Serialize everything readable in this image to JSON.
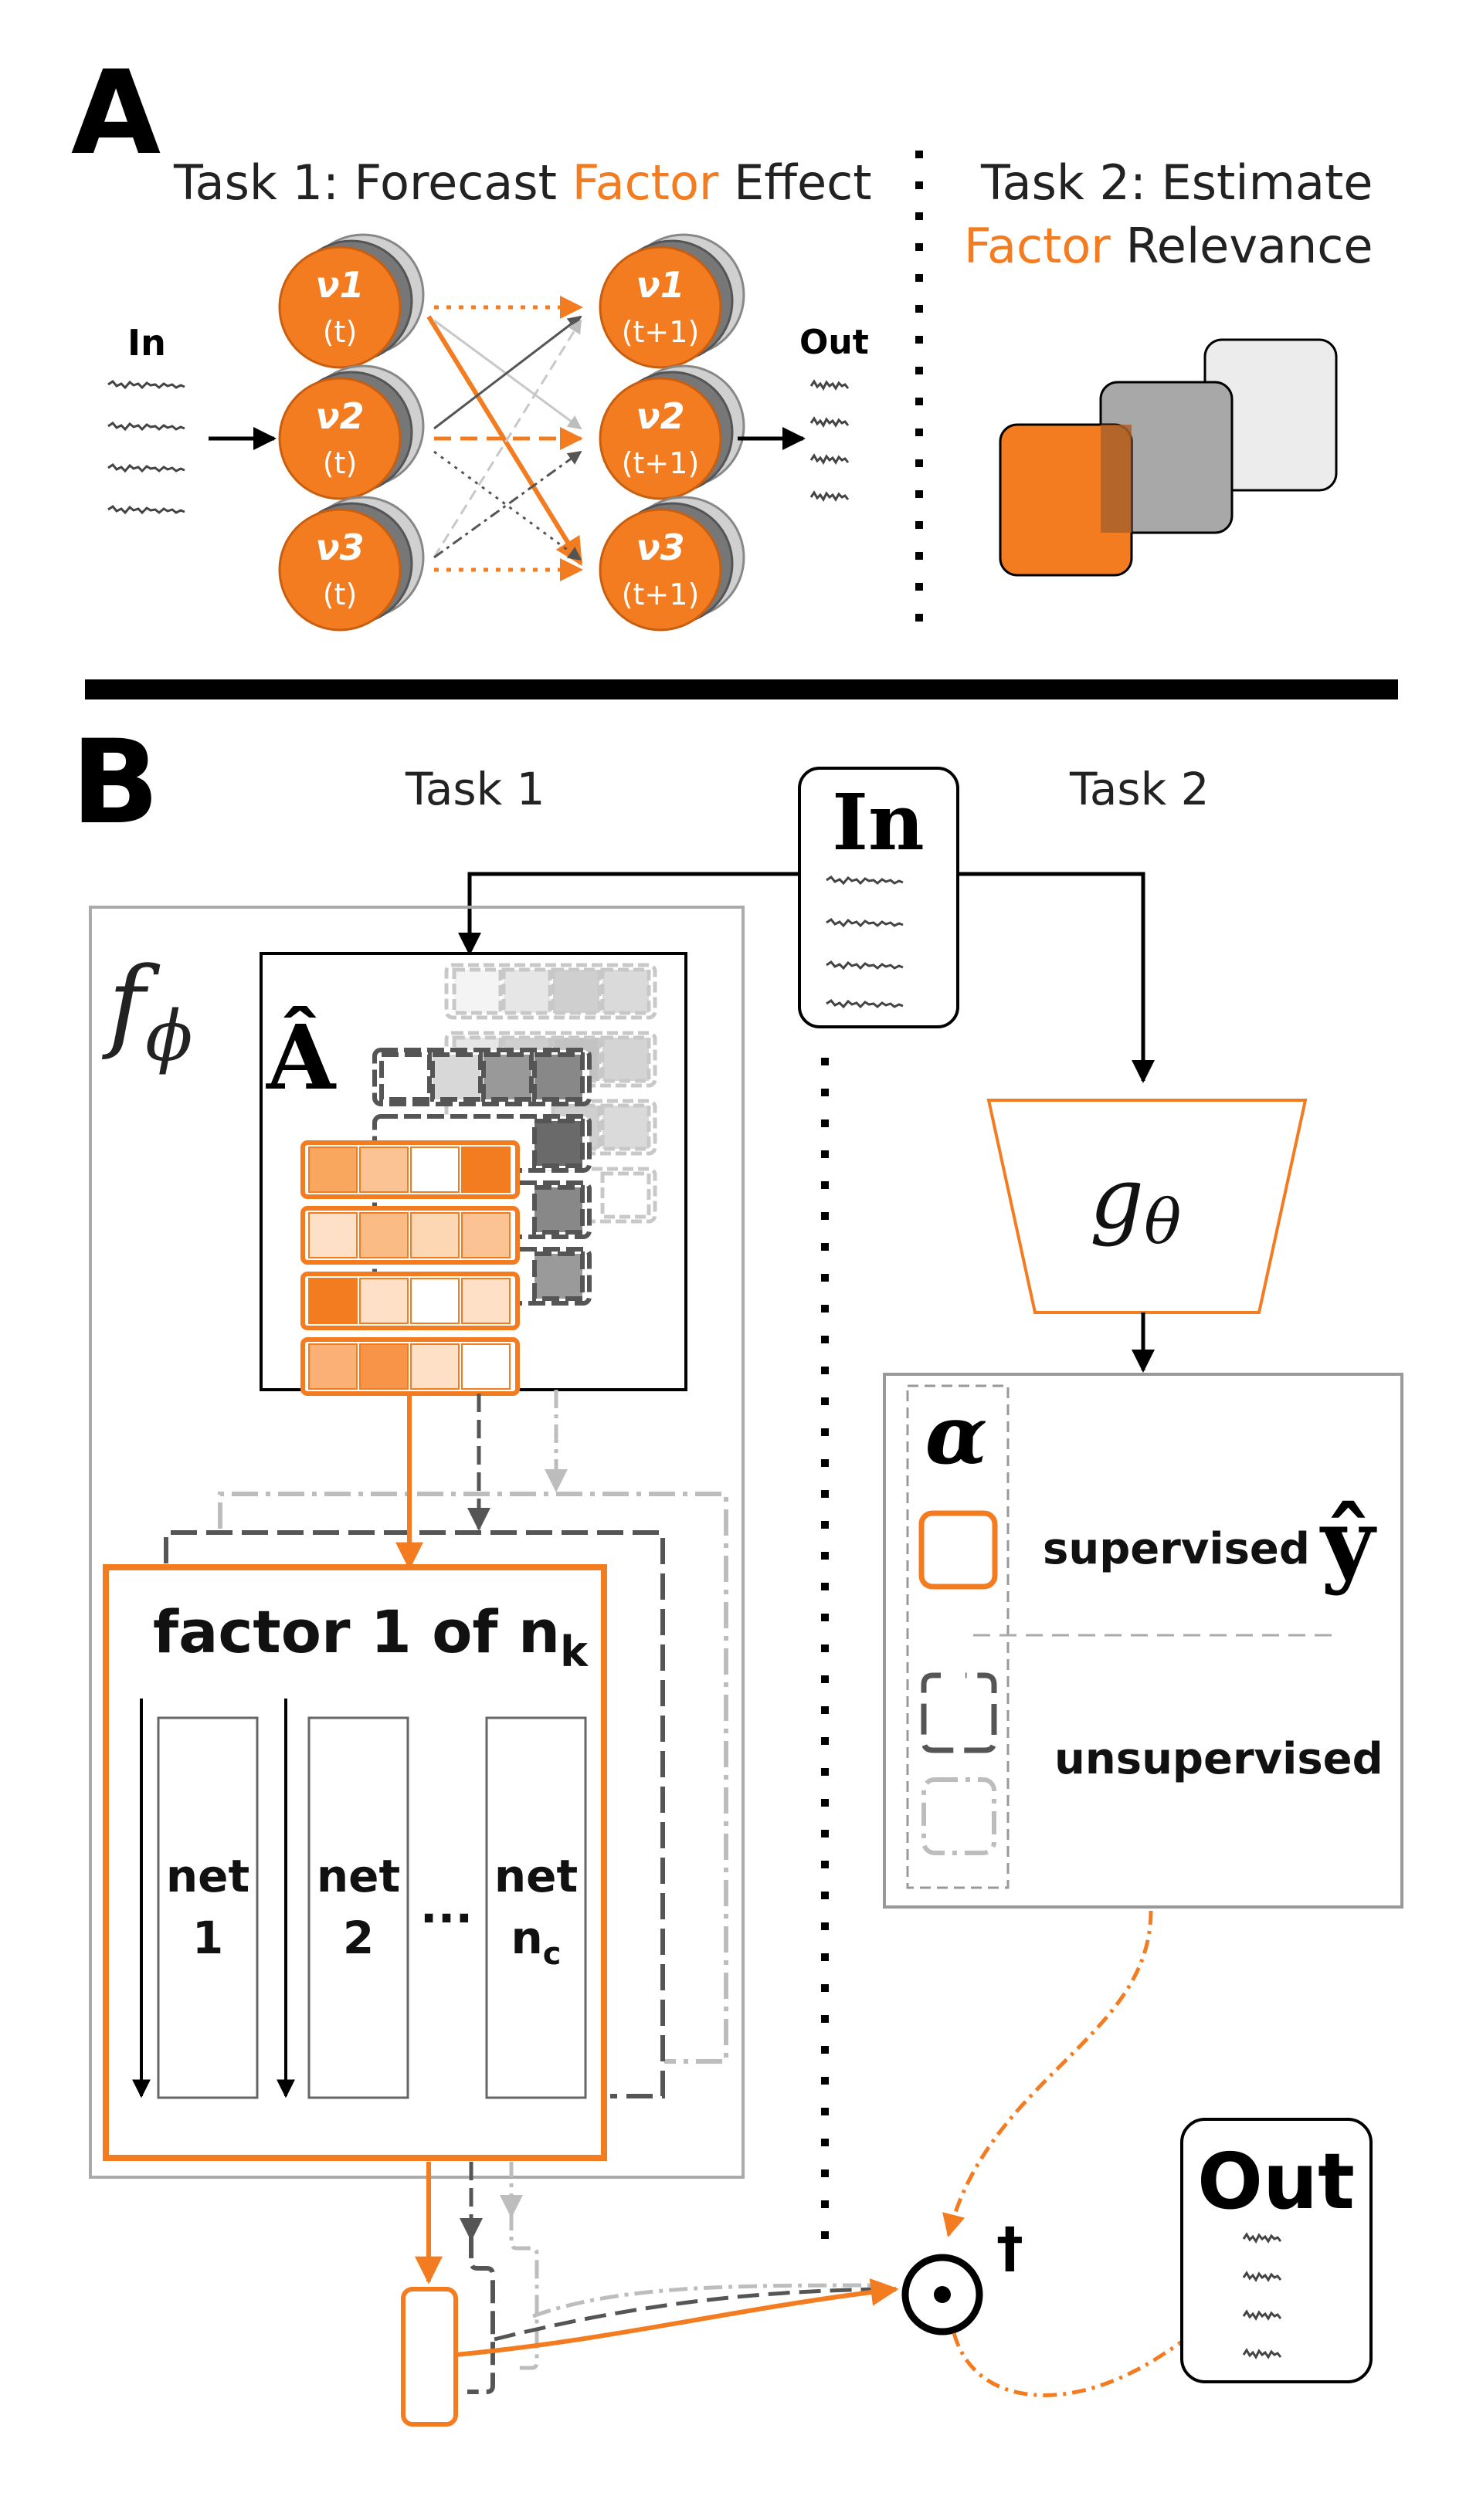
{
  "panel_a": {
    "letter": "A",
    "task1_prefix": "Task 1: Forecast ",
    "task1_factor": "Factor",
    "task1_suffix": " Effect",
    "task2_line1": "Task 2: Estimate",
    "task2_factor": "Factor",
    "task2_relevance": " Relevance",
    "in_label": "In",
    "out_label": "Out",
    "nodes_t": [
      {
        "name": "ν1",
        "time": "(t)"
      },
      {
        "name": "ν2",
        "time": "(t)"
      },
      {
        "name": "ν3",
        "time": "(t)"
      }
    ],
    "nodes_t1": [
      {
        "name": "ν1",
        "time": "(t+1)"
      },
      {
        "name": "ν2",
        "time": "(t+1)"
      },
      {
        "name": "ν3",
        "time": "(t+1)"
      }
    ]
  },
  "panel_b": {
    "letter": "B",
    "task1_label": "Task 1",
    "task2_label": "Task 2",
    "in_label": "In",
    "out_label": "Out",
    "f_phi": "fϕ",
    "f_main": "f",
    "f_sub": "ϕ",
    "a_hat": "Â",
    "g_main": "g",
    "g_sub": "θ",
    "alpha": "α",
    "supervised": "supervised",
    "unsupervised": "unsupervised",
    "y_hat": "ŷ",
    "factor_title": "factor 1 of n",
    "factor_sub": "k",
    "nets": [
      {
        "line1": "net",
        "line2": "1",
        "sub": ""
      },
      {
        "line1": "net",
        "line2": "2",
        "sub": ""
      },
      {
        "line1": "net",
        "line2": "n",
        "sub": "c"
      }
    ],
    "ellipsis": "...",
    "odot": "⊙",
    "dagger": "†"
  },
  "colors": {
    "orange": "#f47c20",
    "dark_gray": "#555555",
    "mid_gray": "#8a8a8a",
    "light_gray": "#bdbdbd",
    "black": "#000000"
  }
}
